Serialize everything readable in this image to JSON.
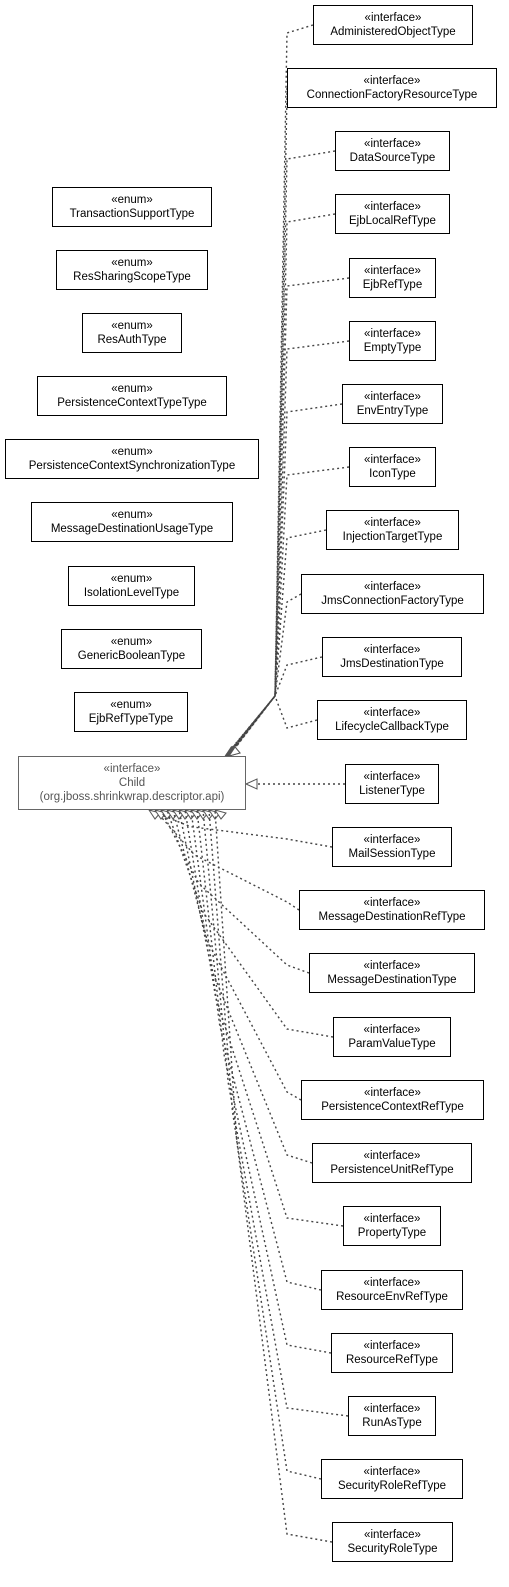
{
  "child": {
    "stereotype": "«interface»",
    "name": "Child",
    "package": "(org.jboss.shrinkwrap.descriptor.api)"
  },
  "enums": [
    {
      "stereotype": "«enum»",
      "name": "TransactionSupportType"
    },
    {
      "stereotype": "«enum»",
      "name": "ResSharingScopeType"
    },
    {
      "stereotype": "«enum»",
      "name": "ResAuthType"
    },
    {
      "stereotype": "«enum»",
      "name": "PersistenceContextTypeType"
    },
    {
      "stereotype": "«enum»",
      "name": "PersistenceContextSynchronizationType"
    },
    {
      "stereotype": "«enum»",
      "name": "MessageDestinationUsageType"
    },
    {
      "stereotype": "«enum»",
      "name": "IsolationLevelType"
    },
    {
      "stereotype": "«enum»",
      "name": "GenericBooleanType"
    },
    {
      "stereotype": "«enum»",
      "name": "EjbRefTypeType"
    }
  ],
  "interfaces": [
    {
      "stereotype": "«interface»",
      "name": "AdministeredObjectType"
    },
    {
      "stereotype": "«interface»",
      "name": "ConnectionFactoryResourceType"
    },
    {
      "stereotype": "«interface»",
      "name": "DataSourceType"
    },
    {
      "stereotype": "«interface»",
      "name": "EjbLocalRefType"
    },
    {
      "stereotype": "«interface»",
      "name": "EjbRefType"
    },
    {
      "stereotype": "«interface»",
      "name": "EmptyType"
    },
    {
      "stereotype": "«interface»",
      "name": "EnvEntryType"
    },
    {
      "stereotype": "«interface»",
      "name": "IconType"
    },
    {
      "stereotype": "«interface»",
      "name": "InjectionTargetType"
    },
    {
      "stereotype": "«interface»",
      "name": "JmsConnectionFactoryType"
    },
    {
      "stereotype": "«interface»",
      "name": "JmsDestinationType"
    },
    {
      "stereotype": "«interface»",
      "name": "LifecycleCallbackType"
    },
    {
      "stereotype": "«interface»",
      "name": "ListenerType"
    },
    {
      "stereotype": "«interface»",
      "name": "MailSessionType"
    },
    {
      "stereotype": "«interface»",
      "name": "MessageDestinationRefType"
    },
    {
      "stereotype": "«interface»",
      "name": "MessageDestinationType"
    },
    {
      "stereotype": "«interface»",
      "name": "ParamValueType"
    },
    {
      "stereotype": "«interface»",
      "name": "PersistenceContextRefType"
    },
    {
      "stereotype": "«interface»",
      "name": "PersistenceUnitRefType"
    },
    {
      "stereotype": "«interface»",
      "name": "PropertyType"
    },
    {
      "stereotype": "«interface»",
      "name": "ResourceEnvRefType"
    },
    {
      "stereotype": "«interface»",
      "name": "ResourceRefType"
    },
    {
      "stereotype": "«interface»",
      "name": "RunAsType"
    },
    {
      "stereotype": "«interface»",
      "name": "SecurityRoleRefType"
    },
    {
      "stereotype": "«interface»",
      "name": "SecurityRoleType"
    }
  ]
}
